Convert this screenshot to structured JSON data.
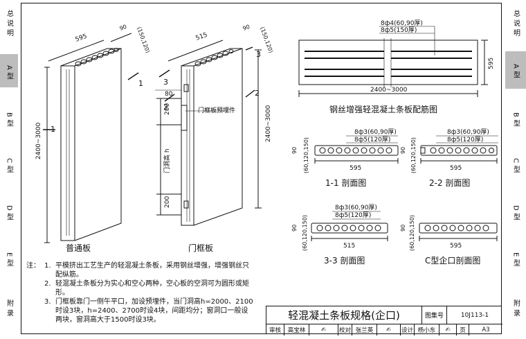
{
  "side_left": [
    {
      "label": "总说明",
      "active": false
    },
    {
      "label": "A型",
      "active": true
    },
    {
      "label": "B型",
      "active": false
    },
    {
      "label": "C型",
      "active": false
    },
    {
      "label": "D型",
      "active": false
    },
    {
      "label": "E型",
      "active": false
    },
    {
      "label": "附录",
      "active": false
    }
  ],
  "side_right": [
    {
      "label": "总说明",
      "active": false
    },
    {
      "label": "A型",
      "active": true
    },
    {
      "label": "B型",
      "active": false
    },
    {
      "label": "C型",
      "active": false
    },
    {
      "label": "D型",
      "active": false
    },
    {
      "label": "E型",
      "active": false
    },
    {
      "label": "附录",
      "active": false
    }
  ],
  "plain_panel": {
    "caption": "普通板",
    "width": "595",
    "thick": "90",
    "thick_alt": "(150,120)",
    "height": "2400~3000",
    "mark1": "1",
    "mark1b": "1"
  },
  "frame_panel": {
    "caption": "门框板",
    "width": "515",
    "thick": "90",
    "thick_alt": "(150,120)",
    "height": "2400~3000",
    "mark3": "3",
    "mark3b": "3",
    "mark2": "2",
    "mark2b": "2",
    "dim80": "80",
    "dim200a": "200",
    "dim200b": "200",
    "door_h": "门洞高 h",
    "embed_label": "门框板预埋件"
  },
  "reinforce": {
    "title": "钢丝增强轻混凝土条板配筋图",
    "label1": "8ф4(60,90厚)",
    "label2": "8ф5(150厚)",
    "len": "2400~3000",
    "width": "595"
  },
  "sections": [
    {
      "title": "1-1 剖面图",
      "l1": "8ф3(60,90厚)",
      "l2": "8ф5(120厚)",
      "w": "595",
      "t": "90",
      "t_alt": "(60,120,150)"
    },
    {
      "title": "2-2 剖面图",
      "l1": "8ф3(60,90厚)",
      "l2": "8ф5(120厚)",
      "w": "595",
      "t": "90",
      "t_alt": "(60,120,150)"
    },
    {
      "title": "3-3 剖面图",
      "l1": "8ф3(60,90厚)",
      "l2": "8ф5(120厚)",
      "w": "515",
      "t": "90",
      "t_alt": "(60,120,150)"
    },
    {
      "title": "C型企口剖面图",
      "w": "595",
      "t": "90",
      "t_alt": "(60,120,150)"
    }
  ],
  "notes": {
    "lead": "注：",
    "items": [
      {
        "num": "1.",
        "text": "平模挤出工艺生产的轻混凝土条板，采用钢丝增强，增强钢丝只配纵筋。"
      },
      {
        "num": "2.",
        "text": "轻混凝土条板分为实心和空心两种，空心板的空洞可为圆形或矩形。"
      },
      {
        "num": "3.",
        "text": "门框板靠门一侧午平口，加设预埋件，当门洞高h=2000、2100时设3块，h=2400、2700时设4块，间距均分；窗洞口一般设两块，窗洞高大于1500时设3块。"
      }
    ]
  },
  "title_block": {
    "title": "轻混凝土条板规格(企口)",
    "atlas_label": "图集号",
    "atlas_no": "10J113-1",
    "review_label": "审核",
    "reviewer": "高宝林",
    "check_label": "校对",
    "checker": "张兰英",
    "design_label": "设计",
    "designer": "杨小东",
    "page_label": "页",
    "page": "A3"
  }
}
